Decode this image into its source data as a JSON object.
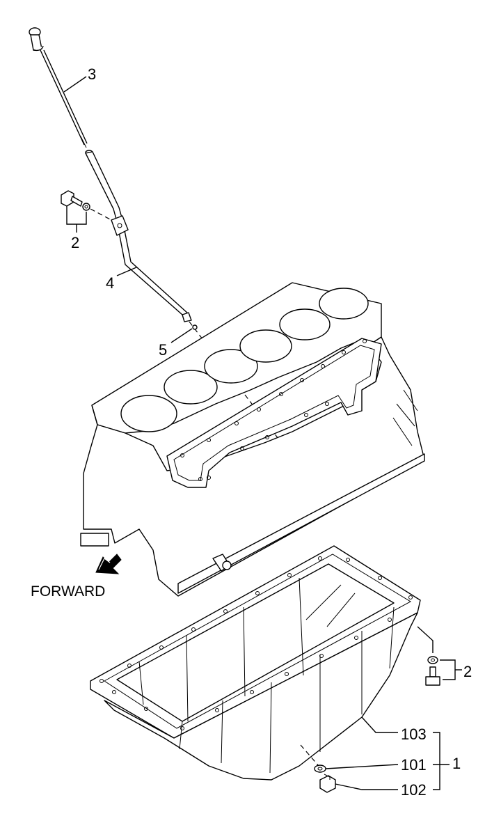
{
  "callouts": {
    "c1": "1",
    "c2_upper": "2",
    "c2_lower": "2",
    "c3": "3",
    "c4": "4",
    "c5": "5",
    "c101": "101",
    "c102": "102",
    "c103": "103"
  },
  "direction_label": "FORWARD",
  "colors": {
    "line": "#000000",
    "background": "#ffffff"
  }
}
